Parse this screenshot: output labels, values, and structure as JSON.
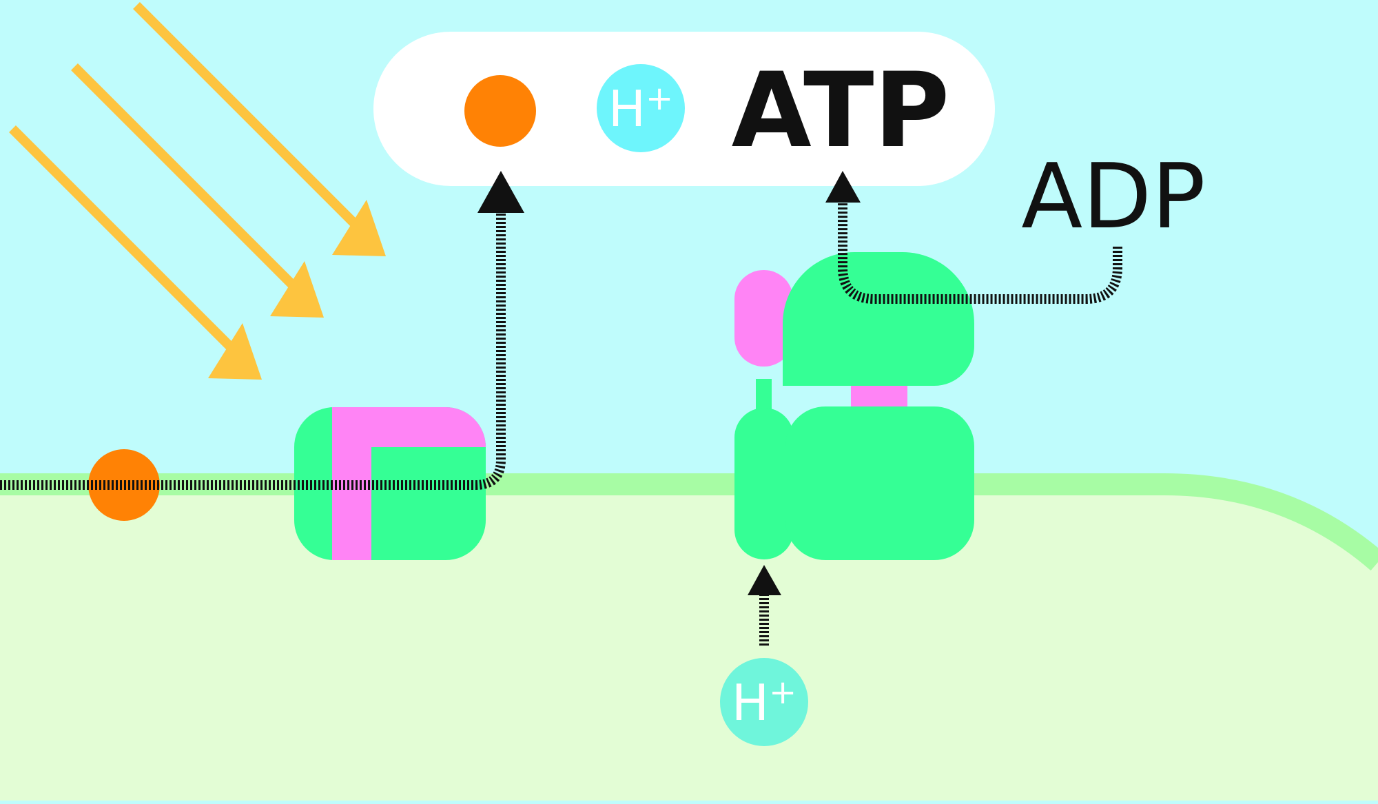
{
  "labels": {
    "h_plus_top": "H+",
    "h_plus_bottom": "H+",
    "atp": "ATP",
    "adp": "ADP"
  },
  "colors": {
    "sky": "#bffcfc",
    "cell_interior": "#e3fdd5",
    "membrane": "#a7fca4",
    "protein_green": "#35ff95",
    "protein_pink": "#ff84f5",
    "electron_orange": "#ff8205",
    "proton_cyan_top": "#6ef5fc",
    "proton_cyan_bottom": "#6ff5db",
    "light_ray": "#fdc43f",
    "product_bubble": "#ffffff",
    "path_dark": "#111111"
  },
  "icons": {
    "light": "sunlight-ray-arrow-icon",
    "electron": "electron-dot-icon",
    "proton": "proton-circle-icon"
  }
}
